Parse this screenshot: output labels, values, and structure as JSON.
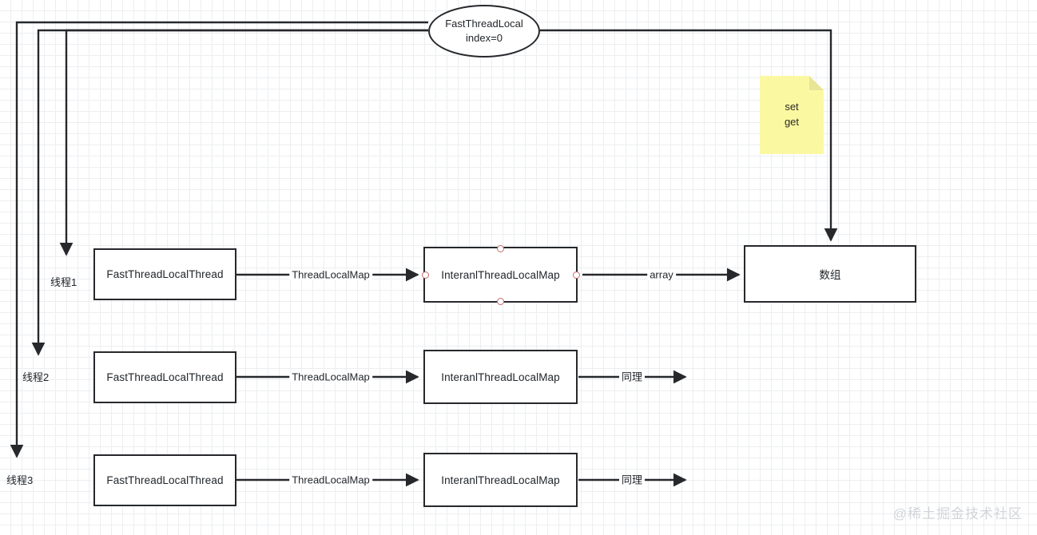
{
  "diagram": {
    "title": "FastThreadLocal structure diagram",
    "background": {
      "grid_minor_color": "#eceef0",
      "grid_major_color": "#dfe2e6",
      "page_color": "#ffffff"
    },
    "stroke_color": "#26282b",
    "handle_color": "#c96a6a",
    "note_color": "#fbf8a2"
  },
  "nodes": {
    "ellipse": {
      "line1": "FastThreadLocal",
      "line2": "index=0"
    },
    "note": {
      "line1": "set",
      "line2": "get"
    },
    "array_box": {
      "label": "数组"
    },
    "rows": [
      {
        "thread_label": "线程1",
        "thread_box": "FastThreadLocalThread",
        "edge1_label": "ThreadLocalMap",
        "map_box": "InteranlThreadLocalMap",
        "edge2_label": "array",
        "selected": true
      },
      {
        "thread_label": "线程2",
        "thread_box": "FastThreadLocalThread",
        "edge1_label": "ThreadLocalMap",
        "map_box": "InteranlThreadLocalMap",
        "edge2_label": "同理",
        "selected": false
      },
      {
        "thread_label": "线程3",
        "thread_box": "FastThreadLocalThread",
        "edge1_label": "ThreadLocalMap",
        "map_box": "InteranlThreadLocalMap",
        "edge2_label": "同理",
        "selected": false
      }
    ]
  },
  "watermark": {
    "text": "@稀土掘金技术社区"
  }
}
